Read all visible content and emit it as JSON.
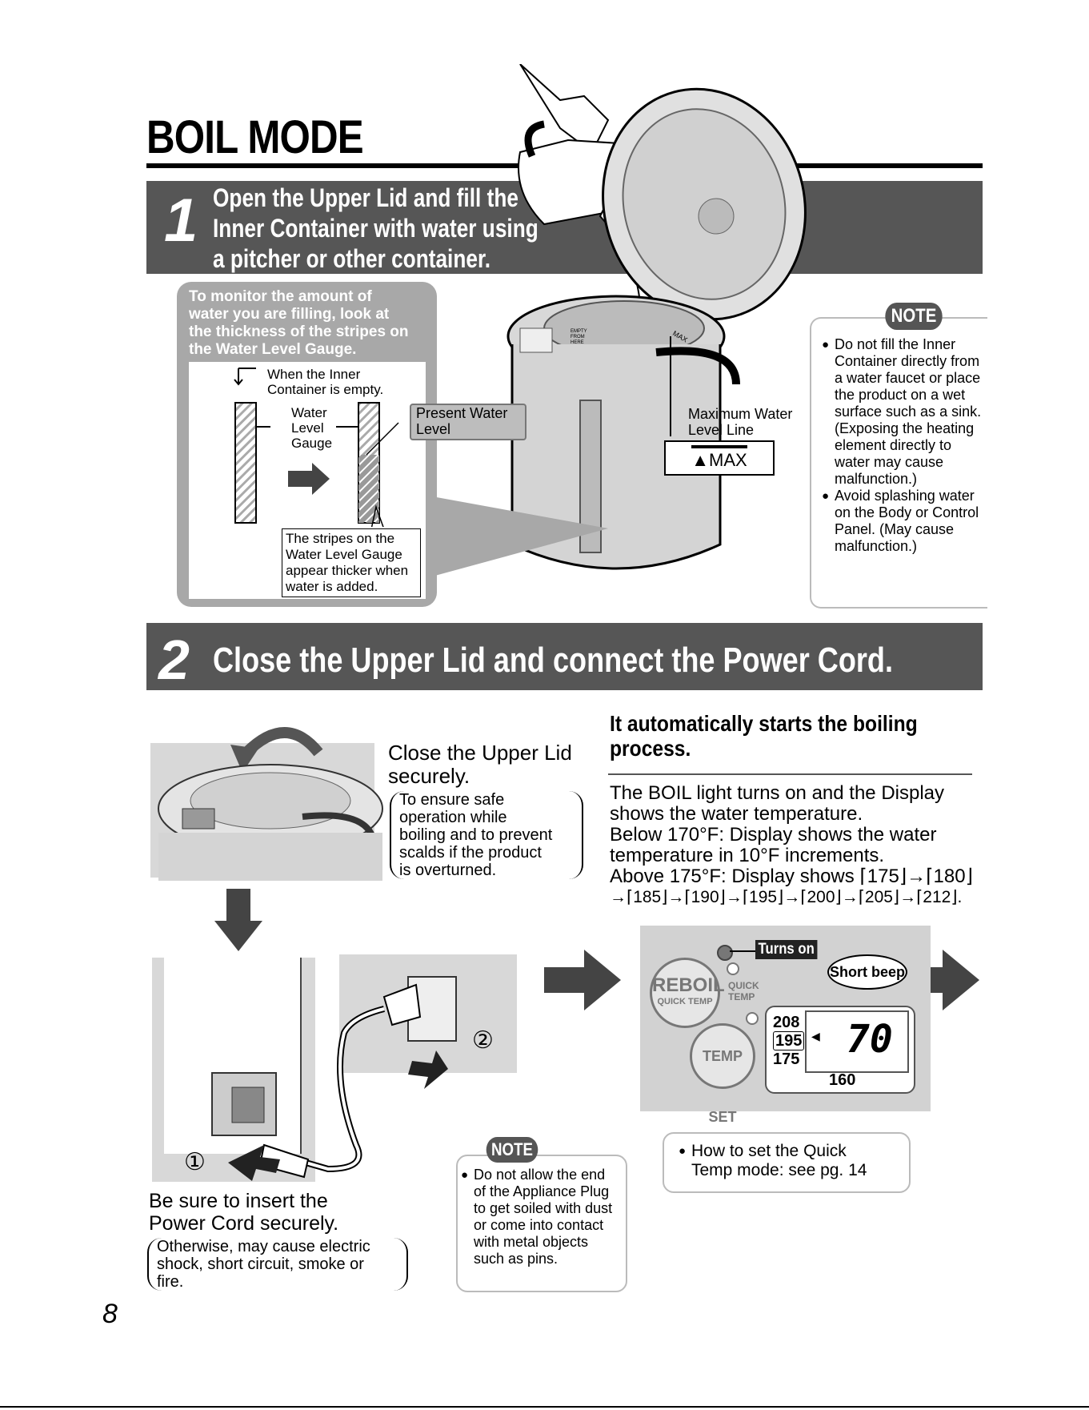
{
  "page": {
    "title": "BOIL MODE",
    "page_number": "8"
  },
  "step1": {
    "number": "1",
    "heading_lines": [
      "Open the Upper Lid and fill the",
      "Inner Container with water using",
      "a pitcher or other container."
    ],
    "monitor_text_lines": [
      "To monitor the amount of",
      "water you are filling, look at",
      "the thickness of the stripes on",
      "the Water Level Gauge."
    ],
    "empty_label_lines": [
      "When the Inner",
      "Container is empty."
    ],
    "gauge_label_lines": [
      "Water",
      "Level",
      "Gauge"
    ],
    "present_level_lines": [
      "Present Water",
      "Level"
    ],
    "stripes_note_lines": [
      "The stripes on the",
      "Water Level Gauge",
      "appear thicker when",
      "water is added."
    ],
    "inner_marks": {
      "empty_lines": [
        "EMPTY",
        "FROM",
        "HERE"
      ],
      "max": "MAX"
    },
    "max_label_lines": [
      "Maximum Water",
      "Level Line"
    ],
    "max_marker": "▲MAX"
  },
  "note1": {
    "badge": "NOTE",
    "items": [
      "Do not fill the Inner Container directly from a water faucet or place the product on a wet surface such as a sink. (Exposing the heating element directly to water may cause malfunction.)",
      "Avoid splashing water on the Body or Control Panel. (May cause malfunction.)"
    ]
  },
  "step2": {
    "number": "2",
    "heading": "Close the Upper Lid and connect the Power Cord.",
    "close_lid_lines": [
      "Close the Upper Lid",
      "securely."
    ],
    "close_lid_paren_lines": [
      "To ensure safe",
      "operation while",
      "boiling and to prevent",
      "scalds if the product",
      "is overturned."
    ],
    "auto_heading_lines": [
      "It automatically starts the boiling",
      "process."
    ],
    "auto_body_lines": [
      "The BOIL light turns on and the Display",
      "shows the water temperature.",
      "Below 170°F: Display shows the water",
      "temperature in 10°F increments.",
      "Above 175°F: Display shows  ⌈175⌋→⌈180⌋",
      "→⌈185⌋→⌈190⌋→⌈195⌋→⌈200⌋→⌈205⌋→⌈212⌋."
    ],
    "insert_lines": [
      "Be sure to insert the",
      "Power Cord securely."
    ],
    "insert_paren_lines": [
      "Otherwise, may cause electric",
      "shock, short circuit, smoke or",
      "fire."
    ],
    "circle1": "①",
    "circle2": "②"
  },
  "note2": {
    "badge": "NOTE",
    "item": "Do not allow the end of the Appliance Plug to get soiled with dust or come into contact with metal objects such as pins."
  },
  "panel": {
    "turns_on": "Turns on",
    "short_beep": "Short beep",
    "reboil": "REBOIL",
    "quick_temp_btn": "QUICK TEMP",
    "quick_temp_label_lines": [
      "QUICK",
      "TEMP"
    ],
    "temp_set": "TEMP SET",
    "temps": [
      "208",
      "195",
      "175"
    ],
    "low_temp": "160",
    "display_value": "70"
  },
  "quick_note": {
    "item_lines": [
      "How to set the Quick",
      "Temp mode: see pg. 14"
    ]
  }
}
